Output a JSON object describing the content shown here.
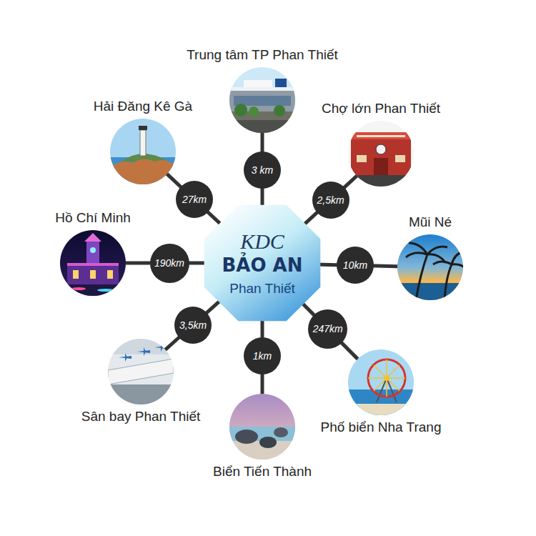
{
  "diagram": {
    "nodes": [
      {
        "text": [
          "Trung tâm TP Phan Thiết"
        ]
      },
      {
        "text": [
          "Hải Đăng Kê Gà"
        ]
      },
      {
        "text": [
          "Chợ lớn Phan Thiết"
        ]
      },
      {
        "text": [
          "Hồ Chí Minh"
        ]
      },
      {
        "text": [
          "Mũi Né"
        ]
      },
      {
        "text": [
          "KDC",
          "BẢO AN",
          "Phan Thiết"
        ]
      },
      {
        "text": [
          "Sân bay Phan Thiết"
        ]
      },
      {
        "text": [
          "Phố biển Nha Trang"
        ]
      },
      {
        "text": [
          "Biển Tiến Thành"
        ]
      }
    ],
    "edges": [
      {
        "from": 5,
        "to": 0,
        "arrow": "none",
        "label": "3 km"
      },
      {
        "from": 5,
        "to": 2,
        "arrow": "none",
        "label": "2,5km"
      },
      {
        "from": 5,
        "to": 4,
        "arrow": "none",
        "label": "10km"
      },
      {
        "from": 5,
        "to": 7,
        "arrow": "none",
        "label": "247km"
      },
      {
        "from": 5,
        "to": 8,
        "arrow": "none",
        "label": "1km"
      },
      {
        "from": 5,
        "to": 6,
        "arrow": "none",
        "label": "3,5km"
      },
      {
        "from": 5,
        "to": 3,
        "arrow": "none",
        "label": "190km"
      },
      {
        "from": 5,
        "to": 1,
        "arrow": "none",
        "label": "27km"
      }
    ]
  }
}
